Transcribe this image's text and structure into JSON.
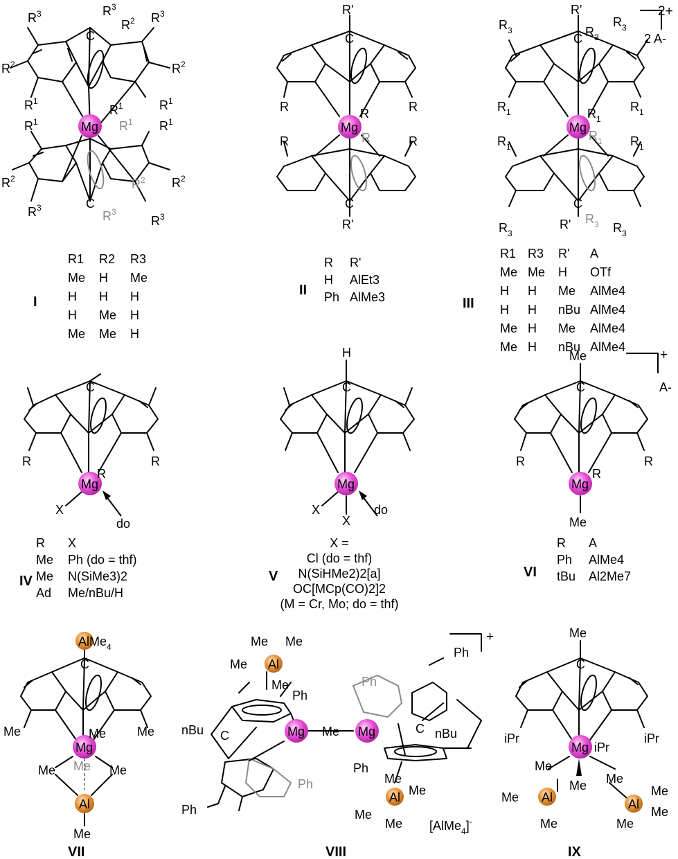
{
  "colors": {
    "mg": "#e64fd8",
    "al": "#e8953a",
    "grey": "#8a8a8a"
  },
  "atoms": {
    "mg": "Mg",
    "al": "Al",
    "c": "C",
    "n": "N",
    "h": "H"
  },
  "labels": {
    "r1": "R1",
    "r2": "R2",
    "r3": "R3",
    "r": "R",
    "rp": "R'",
    "me": "Me",
    "ph": "Ph",
    "nbu": "nBu",
    "ipr": "iPr",
    "x": "X",
    "do": "do",
    "almeL": "AlMe4",
    "charge2": "2+",
    "a2": "2 A-",
    "charge1": "+",
    "a1": "A-",
    "almeAnion": "[AlMe4]-"
  },
  "compounds": [
    {
      "id": "I",
      "table": [
        [
          "R1",
          "R2",
          "R3"
        ],
        [
          "Me",
          "H",
          "Me"
        ],
        [
          "H",
          "H",
          "H"
        ],
        [
          "H",
          "Me",
          "H"
        ],
        [
          "Me",
          "Me",
          "H"
        ]
      ]
    },
    {
      "id": "II",
      "table": [
        [
          "R",
          "R'"
        ],
        [
          "H",
          "AlEt3"
        ],
        [
          "Ph",
          "AlMe3"
        ]
      ]
    },
    {
      "id": "III",
      "table": [
        [
          "R1",
          "R3",
          "R'",
          "A"
        ],
        [
          "Me",
          "Me",
          "H",
          "OTf"
        ],
        [
          "H",
          "H",
          "Me",
          "AlMe4"
        ],
        [
          "H",
          "H",
          "nBu",
          "AlMe4"
        ],
        [
          "Me",
          "H",
          "Me",
          "AlMe4"
        ],
        [
          "Me",
          "H",
          "nBu",
          "AlMe4"
        ]
      ]
    },
    {
      "id": "IV",
      "table": [
        [
          "R",
          "X"
        ],
        [
          "Me",
          "Ph (do = thf)"
        ],
        [
          "Me",
          "N(SiMe3)2"
        ],
        [
          "Ad",
          "Me/nBu/H"
        ]
      ]
    },
    {
      "id": "V",
      "lines": [
        "X =",
        "Cl (do = thf)",
        "N(SiHMe2)2[a]",
        "OC[MCp(CO)2]2",
        "(M = Cr, Mo; do = thf)"
      ]
    },
    {
      "id": "VI",
      "table": [
        [
          "R",
          "A"
        ],
        [
          "Ph",
          "AlMe4"
        ],
        [
          "tBu",
          "Al2Me7"
        ]
      ]
    },
    {
      "id": "VII"
    },
    {
      "id": "VIII"
    },
    {
      "id": "IX"
    }
  ]
}
